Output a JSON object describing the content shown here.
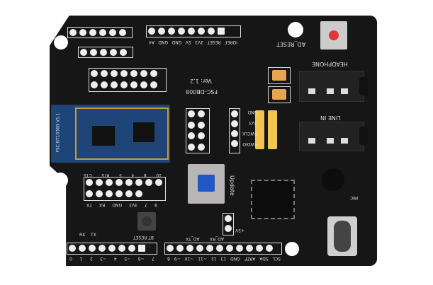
{
  "board": {
    "model": "FSC-DB008",
    "version": "Ver: 1.2",
    "bt_module": "FSC-BT1036B V1.1",
    "labels": {
      "ad_reset": "AD_RESET",
      "headphone": "HEADPHONE",
      "line_in": "LINE IN",
      "mic": "MIC",
      "update": "Update",
      "bt_reset": "BT RESET",
      "plus5v": "+5V"
    },
    "top_power_header": [
      "A4",
      "GND",
      "GND",
      "5V",
      "3V3",
      "RESET",
      "IOREF"
    ],
    "bt_header_top": [
      "CTS",
      "RTS",
      "5",
      "4",
      "8",
      "10"
    ],
    "bt_header_bottom": [
      "TX",
      "RX",
      "GND",
      "3V3",
      "7",
      "9"
    ],
    "jumper_labels": [
      "GND",
      "3V3",
      "SWCLK",
      "SWDIO"
    ],
    "bottom_header_left": [
      "0",
      "1",
      "2",
      "~3",
      "4",
      "~5",
      "~6",
      "7"
    ],
    "bottom_header_right": [
      "8",
      "~9",
      "~10",
      "~11",
      "12",
      "13",
      "GND",
      "AREF",
      "SDA",
      "SCL"
    ],
    "uart_labels": [
      "AD_RX",
      "AD_TX"
    ],
    "arrows": [
      "RX",
      "TX"
    ]
  }
}
